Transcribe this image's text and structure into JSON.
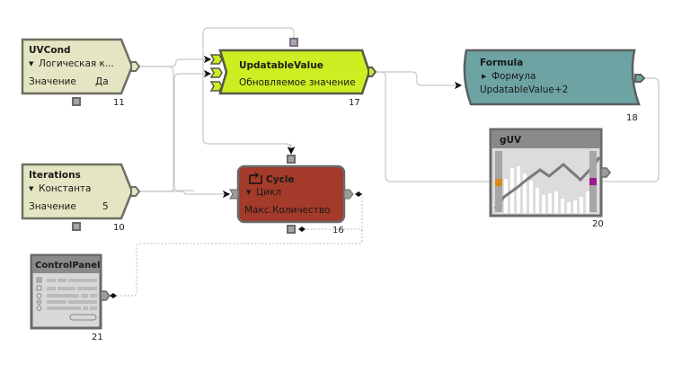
{
  "diagram": {
    "nodes": {
      "uvcond": {
        "id": "11",
        "title": "UVCond",
        "type_label": "Логическая к...",
        "value_label": "Значение",
        "value": "Да",
        "fill": "#e4e6c3"
      },
      "iterations": {
        "id": "10",
        "title": "Iterations",
        "type_label": "Константа",
        "value_label": "Значение",
        "value": "5",
        "fill": "#e4e6c3"
      },
      "updatable": {
        "id": "17",
        "title": "UpdatableValue",
        "subtitle": "Обновляемое значение",
        "fill": "#ccee22"
      },
      "formula": {
        "id": "18",
        "title": "Formula",
        "type_label": "Формула",
        "expression": "UpdatableValue+2",
        "fill": "#6ea3a3"
      },
      "cycle": {
        "id": "16",
        "title": "Cycle",
        "type_label": "Цикл",
        "param_label": "Макс.Количество",
        "fill": "#a33a2a"
      },
      "guv": {
        "id": "20",
        "title": "gUV",
        "left_marker_color": "#d98a14",
        "right_marker_color": "#9b1a8c"
      },
      "controlpanel": {
        "id": "21",
        "title": "ControlPanel"
      }
    },
    "icons": {
      "collapse": "▼",
      "expand": "▶"
    }
  }
}
